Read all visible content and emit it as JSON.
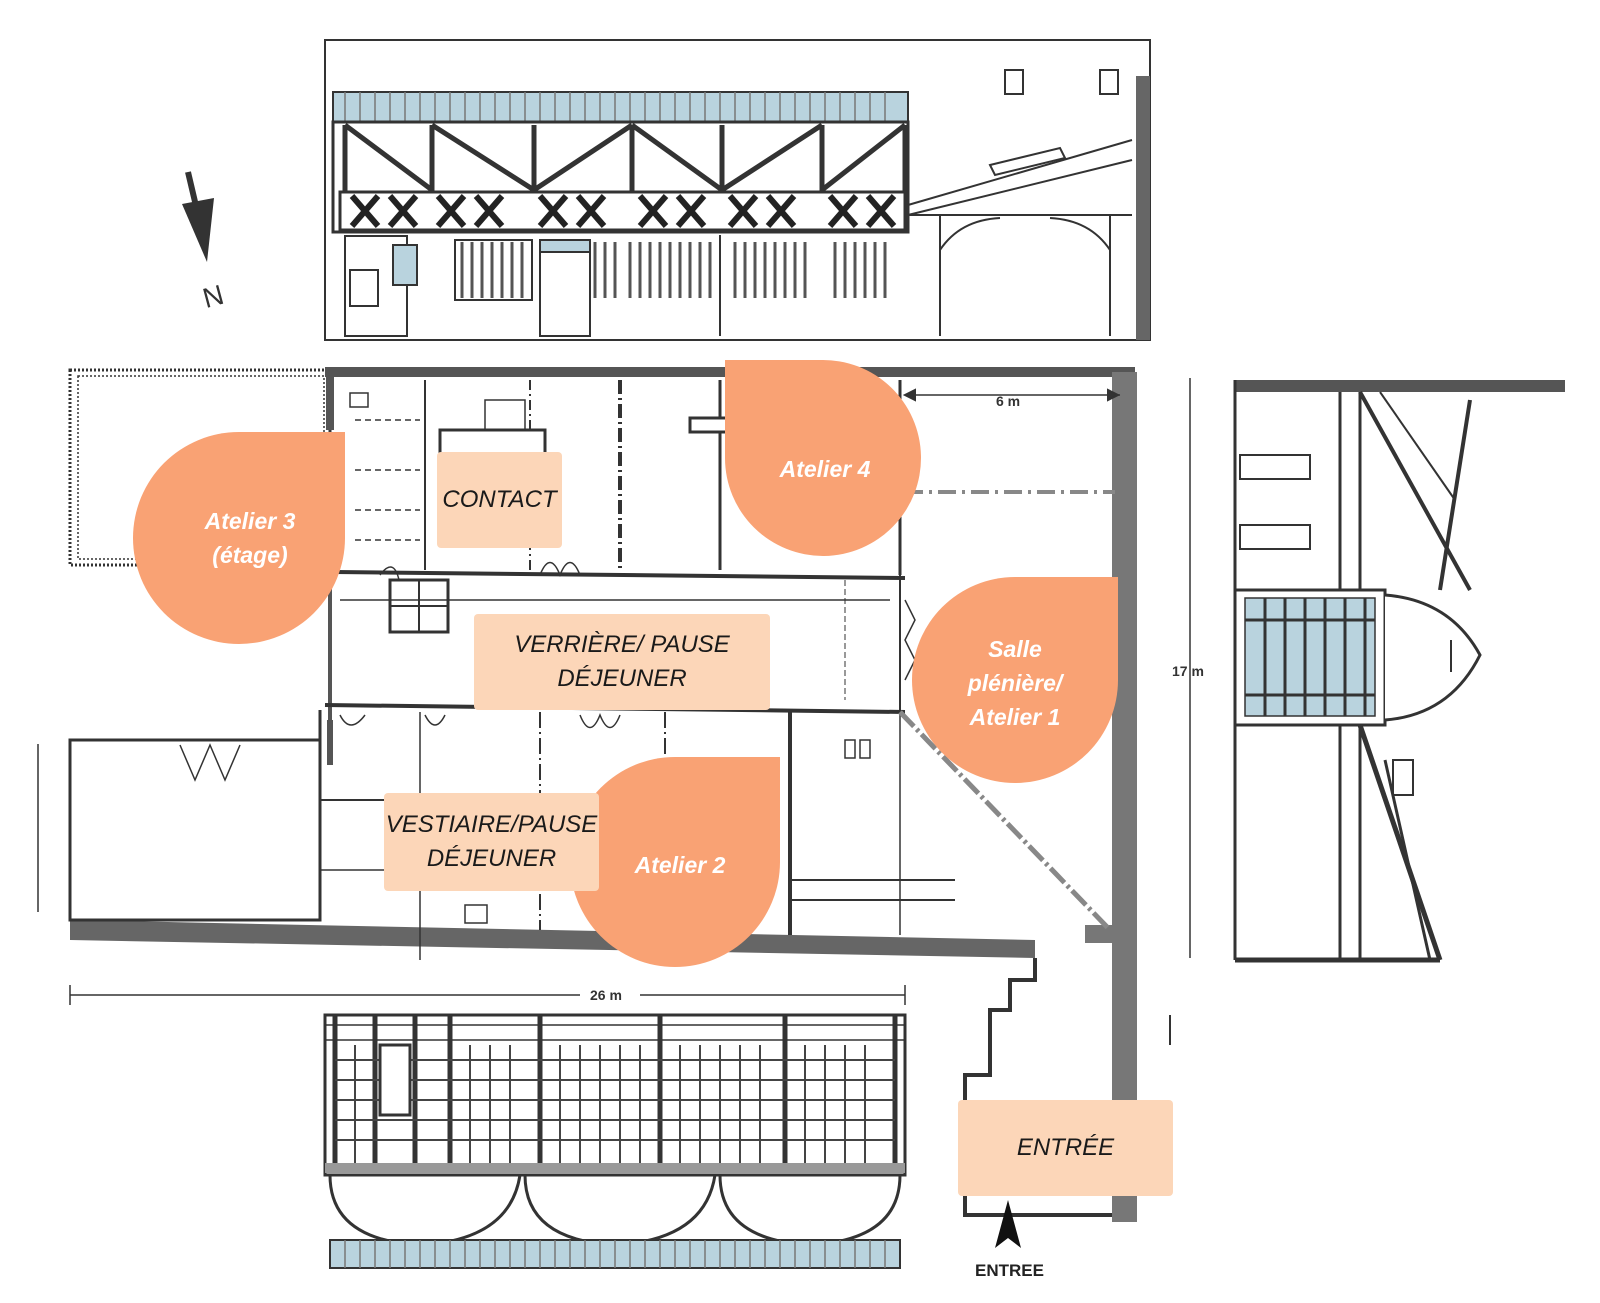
{
  "colors": {
    "marker": "#f9a274",
    "label_box": "#fcd6b8",
    "wall": "#555555",
    "line": "#333333",
    "glass": "#b9d3de"
  },
  "compass": {
    "icon": "north-arrow-icon",
    "label": "N"
  },
  "markers": {
    "atelier_3": "Atelier 3\n(étage)",
    "atelier_4": "Atelier 4",
    "atelier_2": "Atelier 2",
    "salle_pleniere": "Salle\nplénière/\nAtelier 1"
  },
  "rooms": {
    "contact": "CONTACT",
    "verriere": "VERRIÈRE/ PAUSE\nDÉJEUNER",
    "vestiaire": "VESTIAIRE/PAUSE\nDÉJEUNER",
    "entree_box": "ENTRÉE"
  },
  "dimensions": {
    "width_6m": "6 m",
    "height_17m": "17 m",
    "length_26m": "26 m"
  },
  "entrance_label": "ENTREE"
}
